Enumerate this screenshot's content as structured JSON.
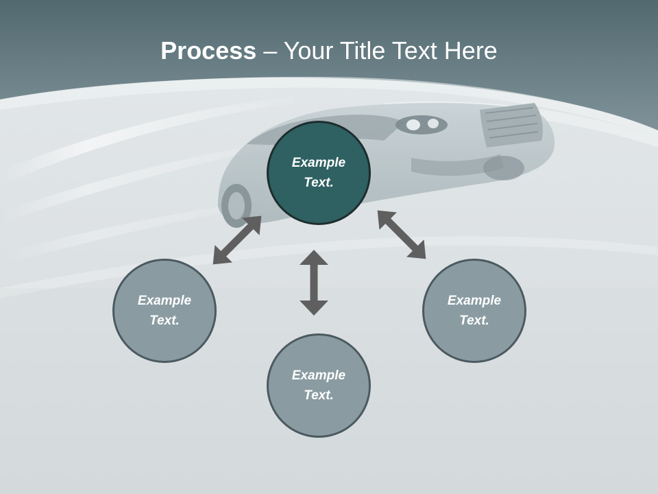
{
  "slide": {
    "title_bold": "Process",
    "title_rest": " – Your Title Text Here"
  },
  "diagram": {
    "center": {
      "label": "Example Text."
    },
    "left": {
      "label": "Example Text."
    },
    "bottom": {
      "label": "Example Text."
    },
    "right": {
      "label": "Example Text."
    }
  },
  "colors": {
    "header": "#5f767e",
    "center_fill": "#2f6062",
    "node_fill": "#8a9ca2",
    "node_border": "#4b5a60",
    "arrow": "#5f5f5f"
  }
}
